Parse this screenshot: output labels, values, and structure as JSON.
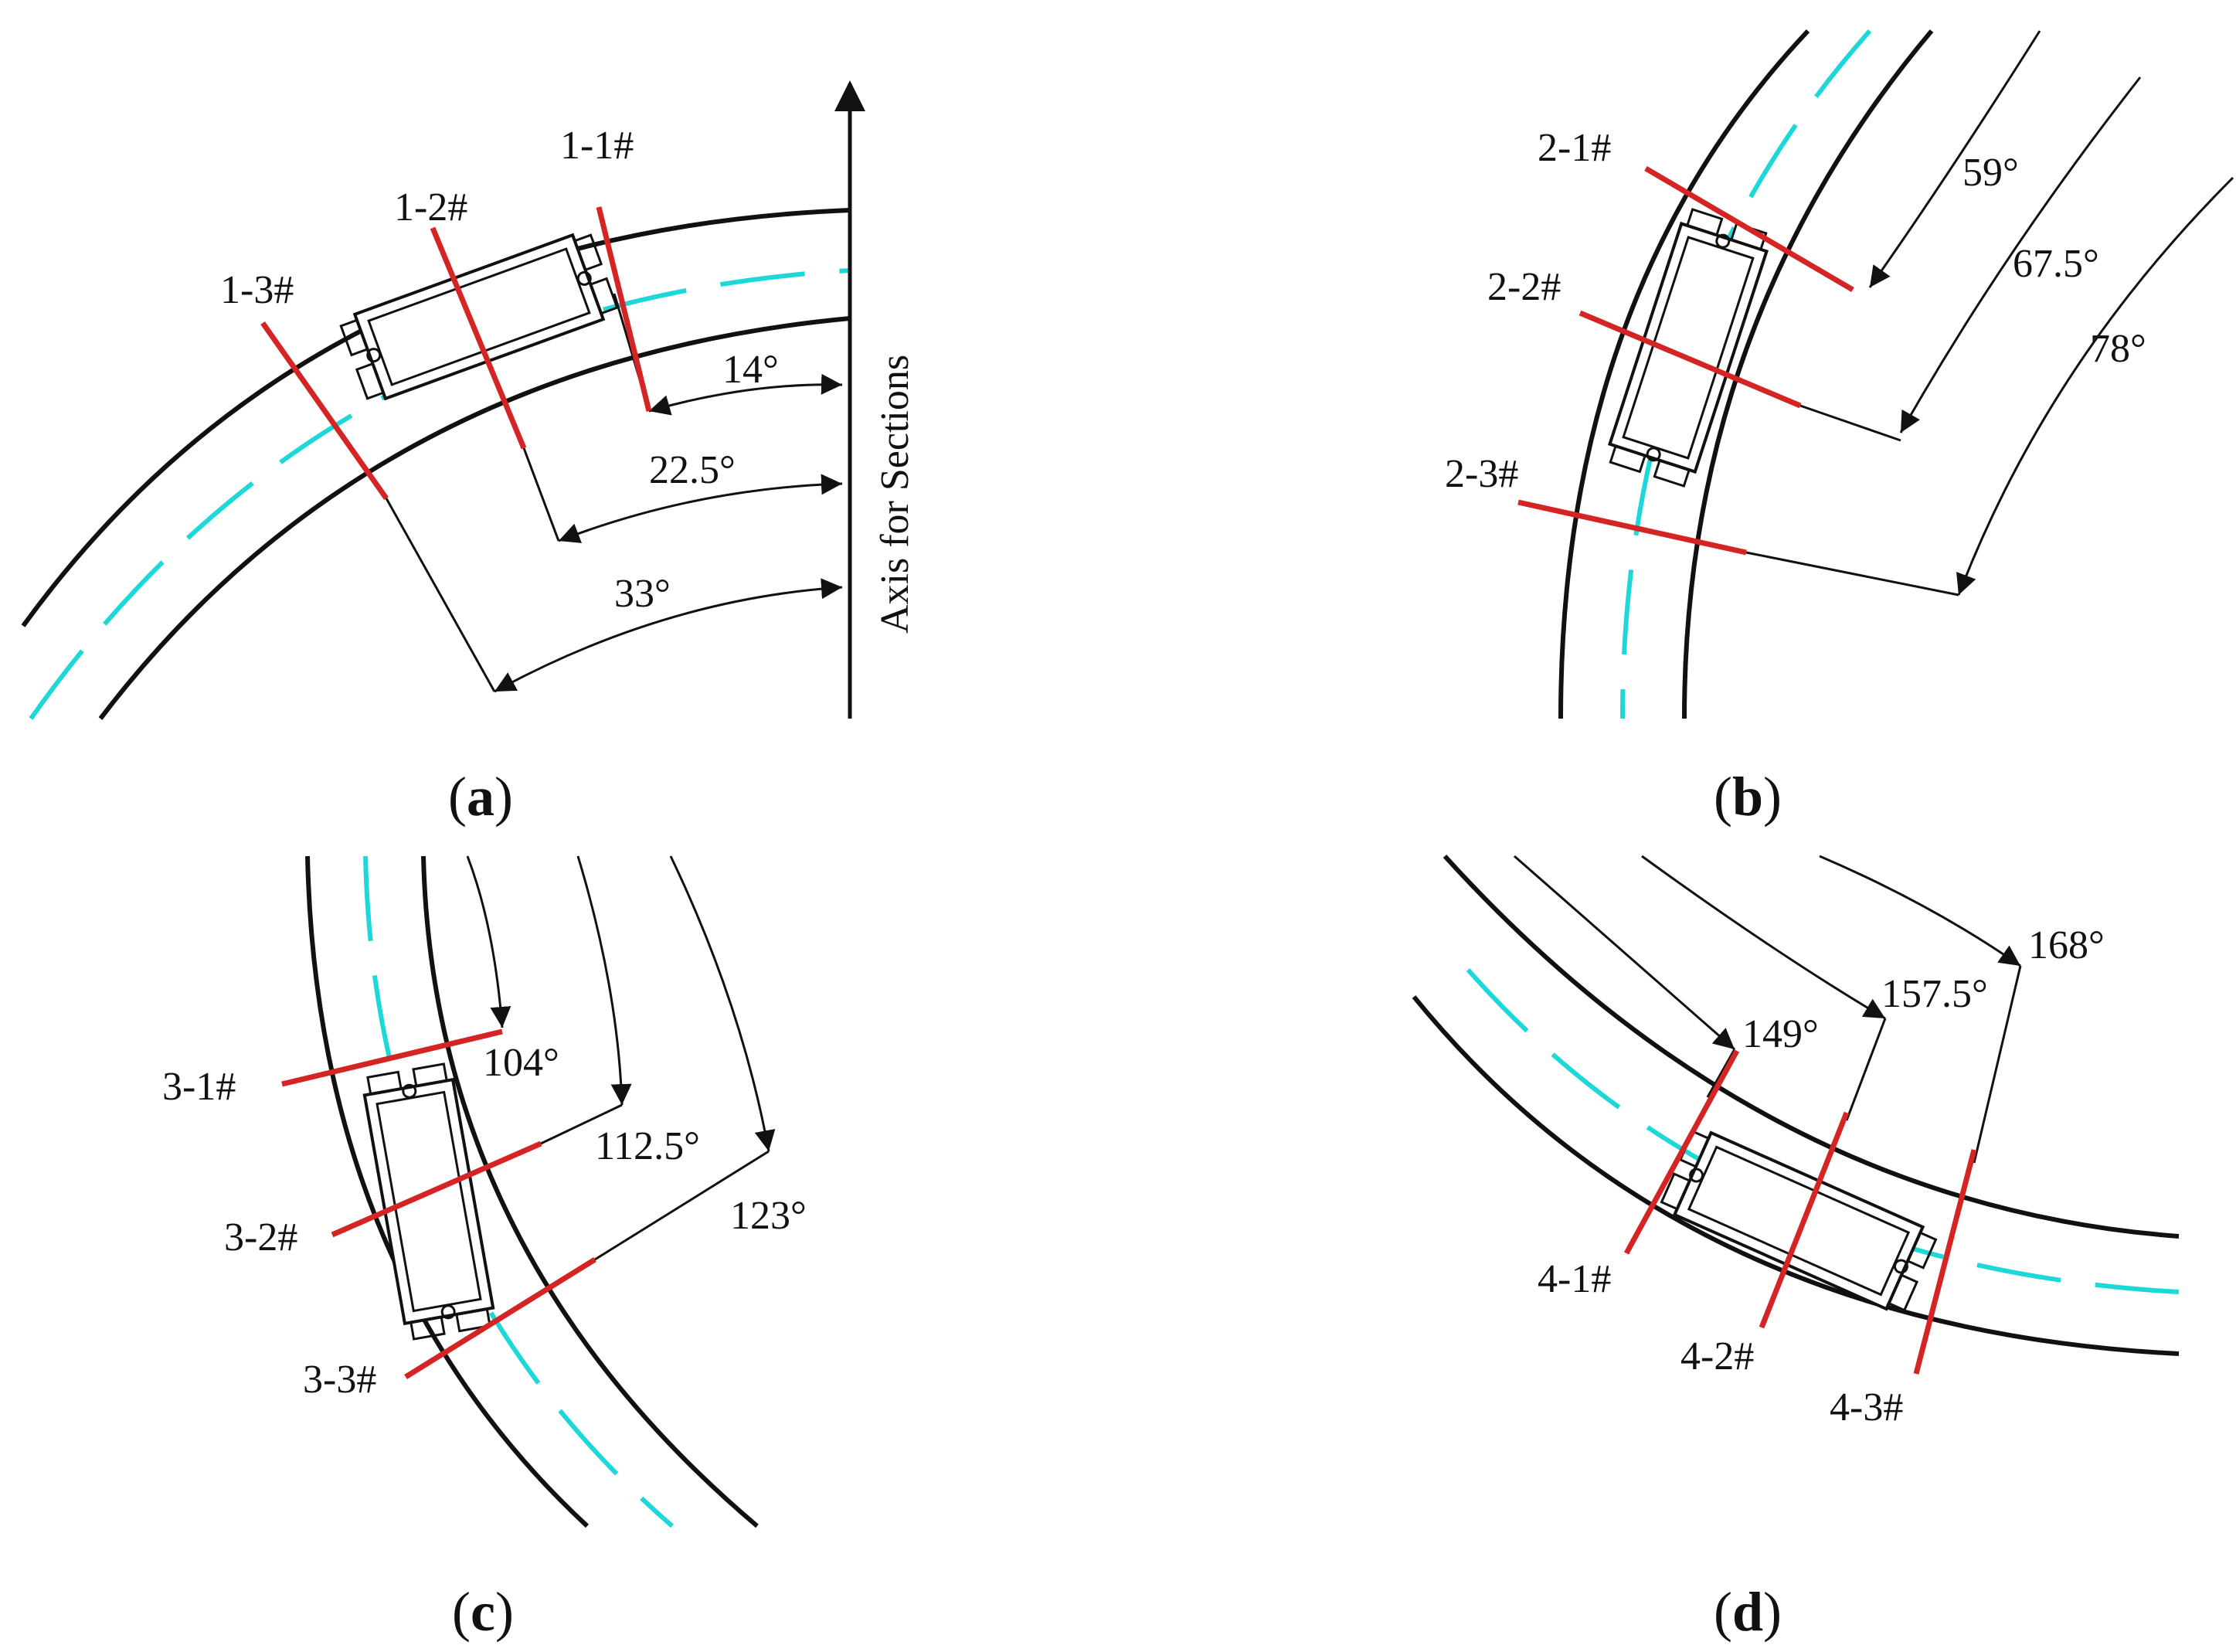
{
  "panels": [
    {
      "id": "a",
      "caption_open": "(",
      "caption_letter": "a",
      "caption_close": ")",
      "axis_label": "Axis for Sections",
      "sections": [
        "1-1#",
        "1-2#",
        "1-3#"
      ],
      "angles": [
        "14°",
        "22.5°",
        "33°"
      ]
    },
    {
      "id": "b",
      "caption_open": "(",
      "caption_letter": "b",
      "caption_close": ")",
      "sections": [
        "2-1#",
        "2-2#",
        "2-3#"
      ],
      "angles": [
        "59°",
        "67.5°",
        "78°"
      ]
    },
    {
      "id": "c",
      "caption_open": "(",
      "caption_letter": "c",
      "caption_close": ")",
      "sections": [
        "3-1#",
        "3-2#",
        "3-3#"
      ],
      "angles": [
        "104°",
        "112.5°",
        "123°"
      ]
    },
    {
      "id": "d",
      "caption_open": "(",
      "caption_letter": "d",
      "caption_close": ")",
      "sections": [
        "4-1#",
        "4-2#",
        "4-3#"
      ],
      "angles": [
        "149°",
        "157.5°",
        "168°"
      ]
    }
  ],
  "colors": {
    "tunnel_wall": "#111111",
    "centerline": "#1ed7d9",
    "section_line": "#d42424"
  }
}
